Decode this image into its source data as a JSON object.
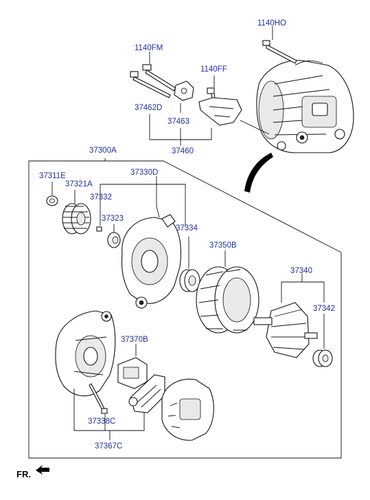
{
  "labels": {
    "p1140HO": "1140HO",
    "p1140FM": "1140FM",
    "p1140FF": "1140FF",
    "p37462D": "37462D",
    "p37463": "37463",
    "p37460": "37460",
    "p37300A": "37300A",
    "p37311E": "37311E",
    "p37321A": "37321A",
    "p37330D": "37330D",
    "p37332": "37332",
    "p37323": "37323",
    "p37334": "37334",
    "p37350B": "37350B",
    "p37340": "37340",
    "p37342": "37342",
    "p37370B": "37370B",
    "p37338C": "37338C",
    "p37367C": "37367C"
  },
  "front_indicator": "FR.",
  "colors": {
    "label": "#1d2fa6",
    "line": "#111111"
  }
}
